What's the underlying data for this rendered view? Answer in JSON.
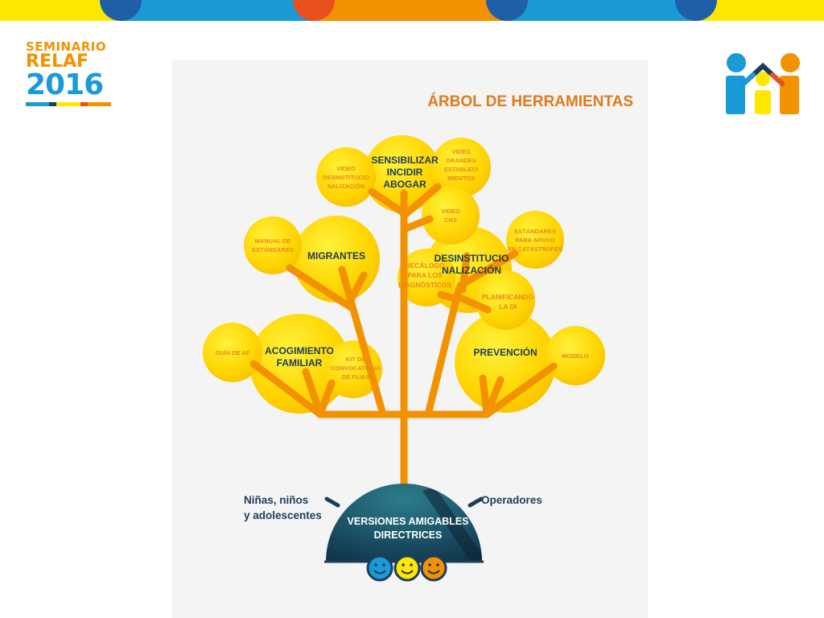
{
  "header": {
    "logo_left": {
      "line1": "SEMINARIO",
      "line2": "RELAF",
      "line3": "2016"
    },
    "colors": {
      "yellow": "#ffe800",
      "blue": "#1a9ad6",
      "orange": "#f39200",
      "navy": "#1d3d5c",
      "red": "#e8501e",
      "dark_blue": "#1f5fa8"
    }
  },
  "diagram": {
    "title": "ÁRBOL DE HERRAMIENTAS",
    "main_bubbles": [
      {
        "id": "sensibilizar",
        "lines": [
          "SENSIBILIZAR",
          "INCIDIR",
          "ABOGAR"
        ]
      },
      {
        "id": "migrantes",
        "lines": [
          "MIGRANTES"
        ]
      },
      {
        "id": "desinstitucionalizacion",
        "lines": [
          "DESINSTITUCIO",
          "NALIZACIÓN"
        ]
      },
      {
        "id": "acogimiento",
        "lines": [
          "ACOGIMIENTO",
          "FAMILIAR"
        ]
      },
      {
        "id": "prevencion",
        "lines": [
          "PREVENCIÓN"
        ]
      }
    ],
    "tool_bubbles": [
      {
        "id": "video-desinst",
        "lines": [
          "VIDEO",
          "DESINSTITUCIO",
          "NALIZACIÓN"
        ]
      },
      {
        "id": "video-grandes",
        "lines": [
          "VIDEO",
          "GRANDES",
          "ESTABLECI",
          "MIENTOS"
        ]
      },
      {
        "id": "video-cns",
        "lines": [
          "VIDEO",
          "CNS"
        ]
      },
      {
        "id": "manual",
        "lines": [
          "MANUAL DE",
          "ESTÁNDARES"
        ]
      },
      {
        "id": "estandares",
        "lines": [
          "ESTÁNDARES",
          "PARA APOYO",
          "EN CATÁSTROFES"
        ]
      },
      {
        "id": "decalogo",
        "lines": [
          "DECÁLOGO",
          "PARA LOS",
          "DIAGNÓSTICOS"
        ]
      },
      {
        "id": "planificando",
        "lines": [
          "PLANIFICANDO",
          "LA DI"
        ]
      },
      {
        "id": "guia",
        "lines": [
          "GUÍA DE AF"
        ]
      },
      {
        "id": "kit",
        "lines": [
          "KIT DE",
          "CONVOCATORIA",
          "DE FLIAS"
        ]
      },
      {
        "id": "modelo",
        "lines": [
          "MODELO"
        ]
      }
    ],
    "root": {
      "lines": [
        "VERSIONES AMIGABLES",
        "DIRECTRICES"
      ]
    },
    "left_label": {
      "lines": [
        "Niñas, niños",
        "y adolescentes"
      ]
    },
    "right_label": {
      "lines": [
        "Operadores"
      ]
    }
  }
}
